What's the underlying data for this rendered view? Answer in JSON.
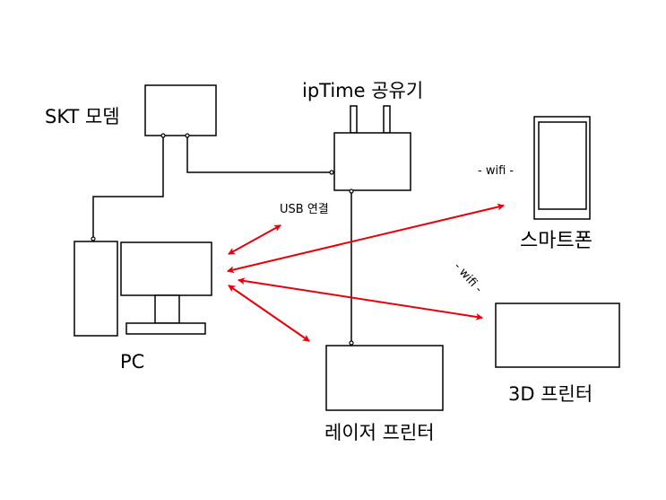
{
  "labels": {
    "modem": "SKT 모뎀",
    "router": "ipTime 공유기",
    "usb": "USB 연결",
    "wifi_phone": "- wifi -",
    "wifi_3d": "- wifi -",
    "smartphone": "스마트폰",
    "pc": "PC",
    "printer_3d": "3D 프린터",
    "laser_printer": "레이저 프린터"
  },
  "colors": {
    "wire": "#000000",
    "connection": "#e8000b"
  }
}
